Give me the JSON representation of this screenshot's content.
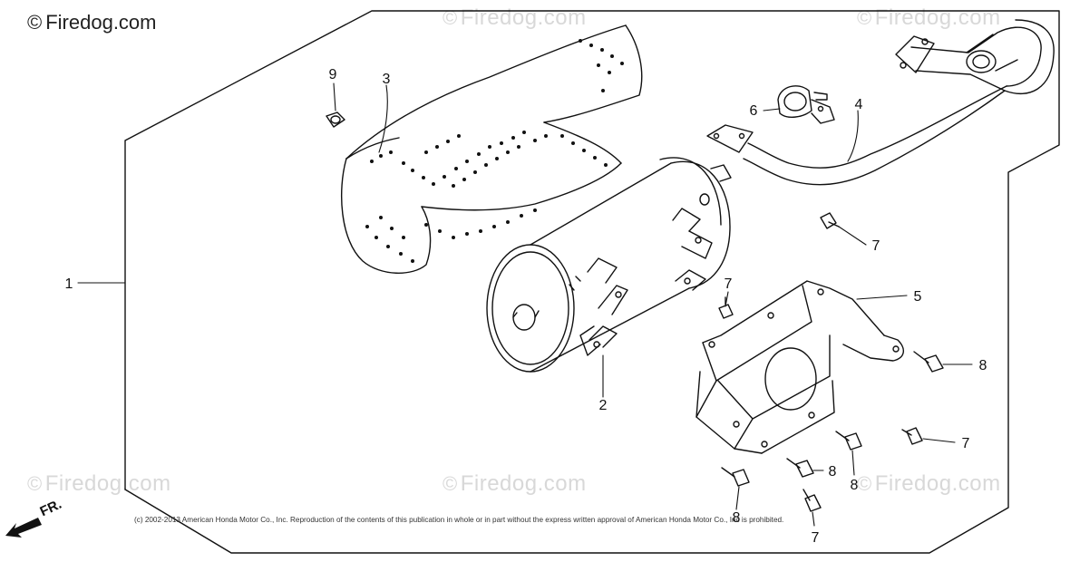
{
  "brand": {
    "logo_text": "Firedog.com",
    "symbol": "©"
  },
  "watermarks": [
    {
      "text": "Firedog.com"
    },
    {
      "text": "Firedog.com"
    },
    {
      "text": "Firedog.com"
    },
    {
      "text": "Firedog.com"
    },
    {
      "text": "Firedog.com"
    }
  ],
  "copyright_text": "(c) 2002-2013 American Honda Motor Co., Inc. Reproduction of the contents of this publication in whole or in part without the express written approval of American Honda Motor Co., Inc is prohibited.",
  "direction_label": "FR.",
  "callouts": {
    "c1": "1",
    "c2": "2",
    "c3": "3",
    "c4": "4",
    "c5": "5",
    "c6": "6",
    "c7a": "7",
    "c7b": "7",
    "c7c": "7",
    "c7d": "7",
    "c8a": "8",
    "c8b": "8",
    "c8c": "8",
    "c8d": "8",
    "c9": "9"
  },
  "colors": {
    "line": "#111111",
    "watermark": "#d8d8d8",
    "background": "#ffffff"
  }
}
